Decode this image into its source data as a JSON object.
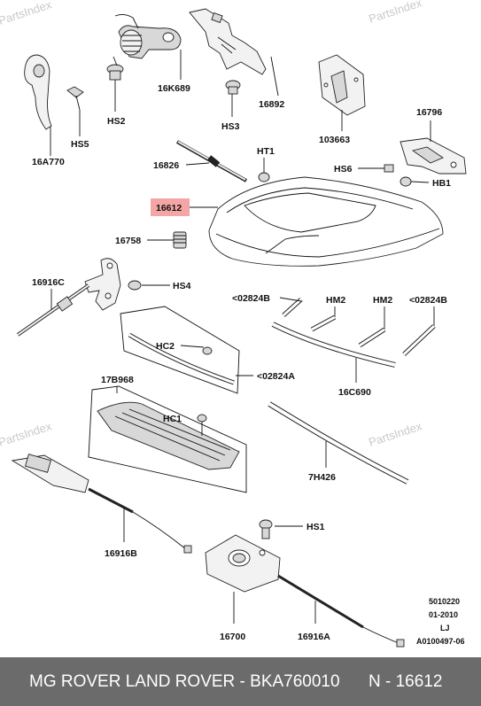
{
  "watermark": "PartsIndex",
  "labels": {
    "16A770": "16A770",
    "HS5": "HS5",
    "HS2": "HS2",
    "16K689": "16K689",
    "HS3": "HS3",
    "16892": "16892",
    "103663": "103663",
    "16796": "16796",
    "HS6": "HS6",
    "HB1": "HB1",
    "HT1": "HT1",
    "16826": "16826",
    "16612": "16612",
    "16758": "16758",
    "16916C": "16916C",
    "HS4": "HS4",
    "02824B_left": "<02824B",
    "HM2_left": "HM2",
    "HM2_right": "HM2",
    "02824B_right": "<02824B",
    "HC2": "HC2",
    "02824A": "<02824A",
    "16C690": "16C690",
    "17B968": "17B968",
    "HC1": "HC1",
    "7H426": "7H426",
    "HS1": "HS1",
    "16916B": "16916B",
    "16700": "16700",
    "16916A": "16916A"
  },
  "highlight_color": "#f4a6a6",
  "revision_note": [
    "5010220",
    "01-2010",
    "LJ",
    "A0100497-06"
  ],
  "footer": {
    "left": "MG ROVER LAND ROVER - BKA760010",
    "right": "N - 16612"
  }
}
